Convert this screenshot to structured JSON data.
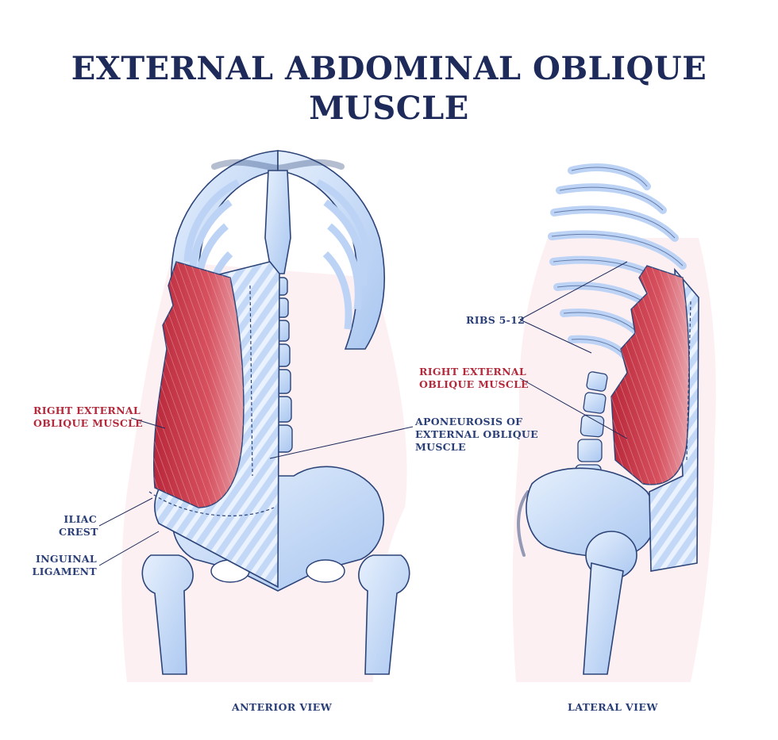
{
  "title_line1": "EXTERNAL ABDOMINAL OBLIQUE",
  "title_line2": "MUSCLE",
  "labels": {
    "anterior_muscle_l1": "RIGHT EXTERNAL",
    "anterior_muscle_l2": "OBLIQUE MUSCLE",
    "iliac_l1": "ILIAC",
    "iliac_l2": "CREST",
    "inguinal_l1": "INGUINAL",
    "inguinal_l2": "LIGAMENT",
    "aponeurosis_l1": "APONEUROSIS OF",
    "aponeurosis_l2": "EXTERNAL OBLIQUE",
    "aponeurosis_l3": "MUSCLE",
    "ribs": "RIBS 5-12",
    "lateral_muscle_l1": "RIGHT EXTERNAL",
    "lateral_muscle_l2": "OBLIQUE MUSCLE"
  },
  "views": {
    "anterior": "ANTERIOR VIEW",
    "lateral": "LATERAL VIEW"
  },
  "colors": {
    "title": "#1d2a5a",
    "label_blue": "#2a3f78",
    "label_red": "#b22a3c",
    "bone": "#c9dcf7",
    "bone_outline": "#2c4478",
    "muscle": "#c63a4a",
    "silhouette": "#fbe9ee"
  }
}
